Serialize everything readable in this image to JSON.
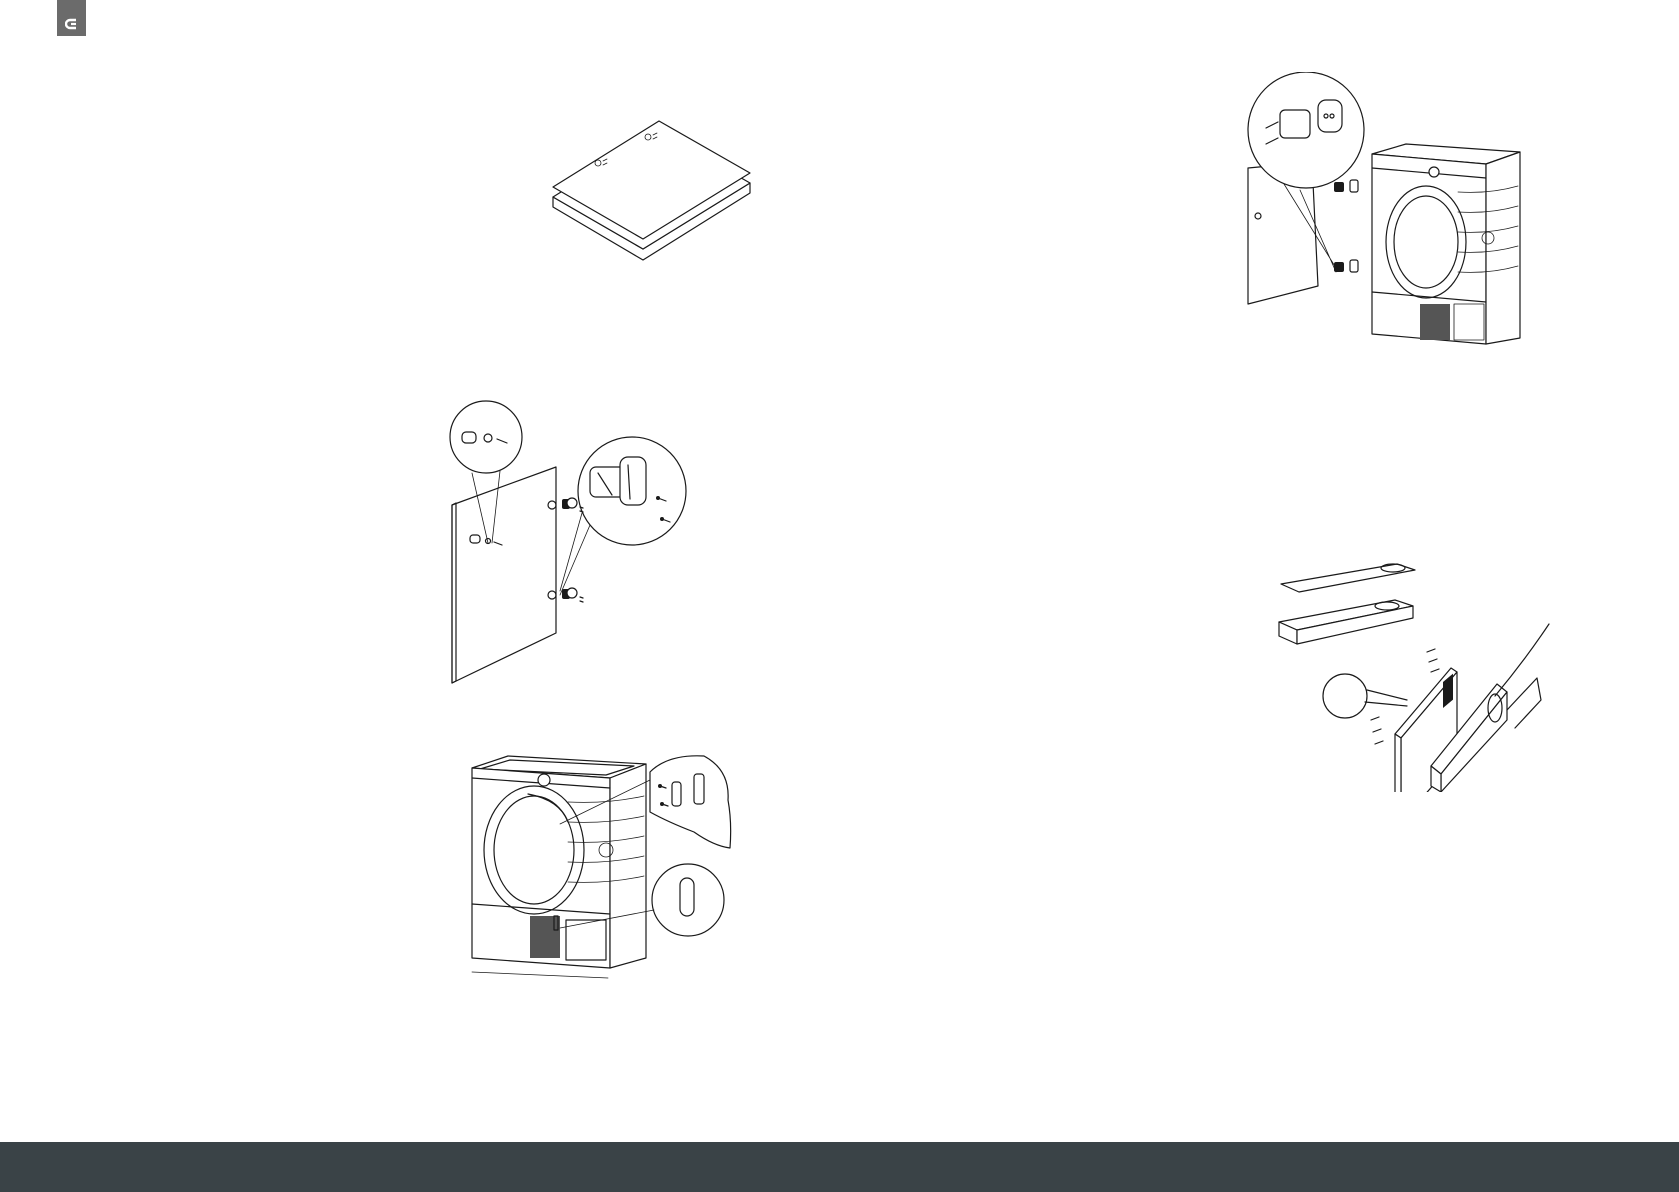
{
  "page": {
    "brand_icon": "brand-logo-icon",
    "colors": {
      "badge": "#6b6b6b",
      "footer": "#3a4347",
      "line": "#1a1a1a",
      "background": "#ffffff"
    }
  },
  "illustrations": [
    {
      "id": "fig-templates",
      "icon": "paper-templates-icon"
    },
    {
      "id": "fig-door-panel-hinges",
      "icon": "door-panel-hinge-icon"
    },
    {
      "id": "fig-dryer-brackets",
      "icon": "dryer-bracket-icon"
    },
    {
      "id": "fig-door-mounted",
      "icon": "door-mount-icon"
    },
    {
      "id": "fig-kickplate",
      "icon": "kickplate-vent-icon"
    }
  ]
}
